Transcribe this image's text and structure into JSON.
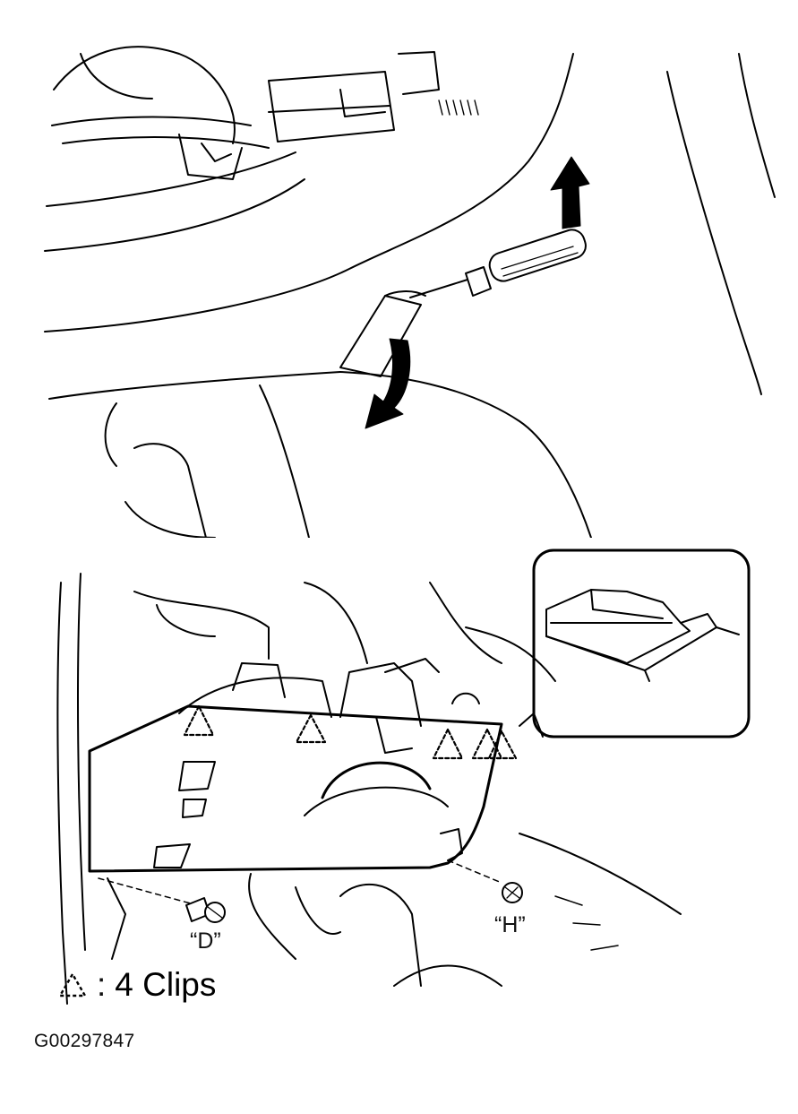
{
  "top_panel": {
    "tool": "screwdriver-icon",
    "arrows": [
      "arrow-up-icon",
      "arrow-curved-down-icon"
    ]
  },
  "bottom_panel": {
    "clip_markers": 5,
    "bolt_labels": {
      "d": "“D”",
      "h": "“H”"
    }
  },
  "legend": {
    "symbol": "dashed-triangle-icon",
    "text": "4 Clips"
  },
  "figure_id": "G00297847",
  "colors": {
    "line": "#000000",
    "background": "#ffffff"
  }
}
